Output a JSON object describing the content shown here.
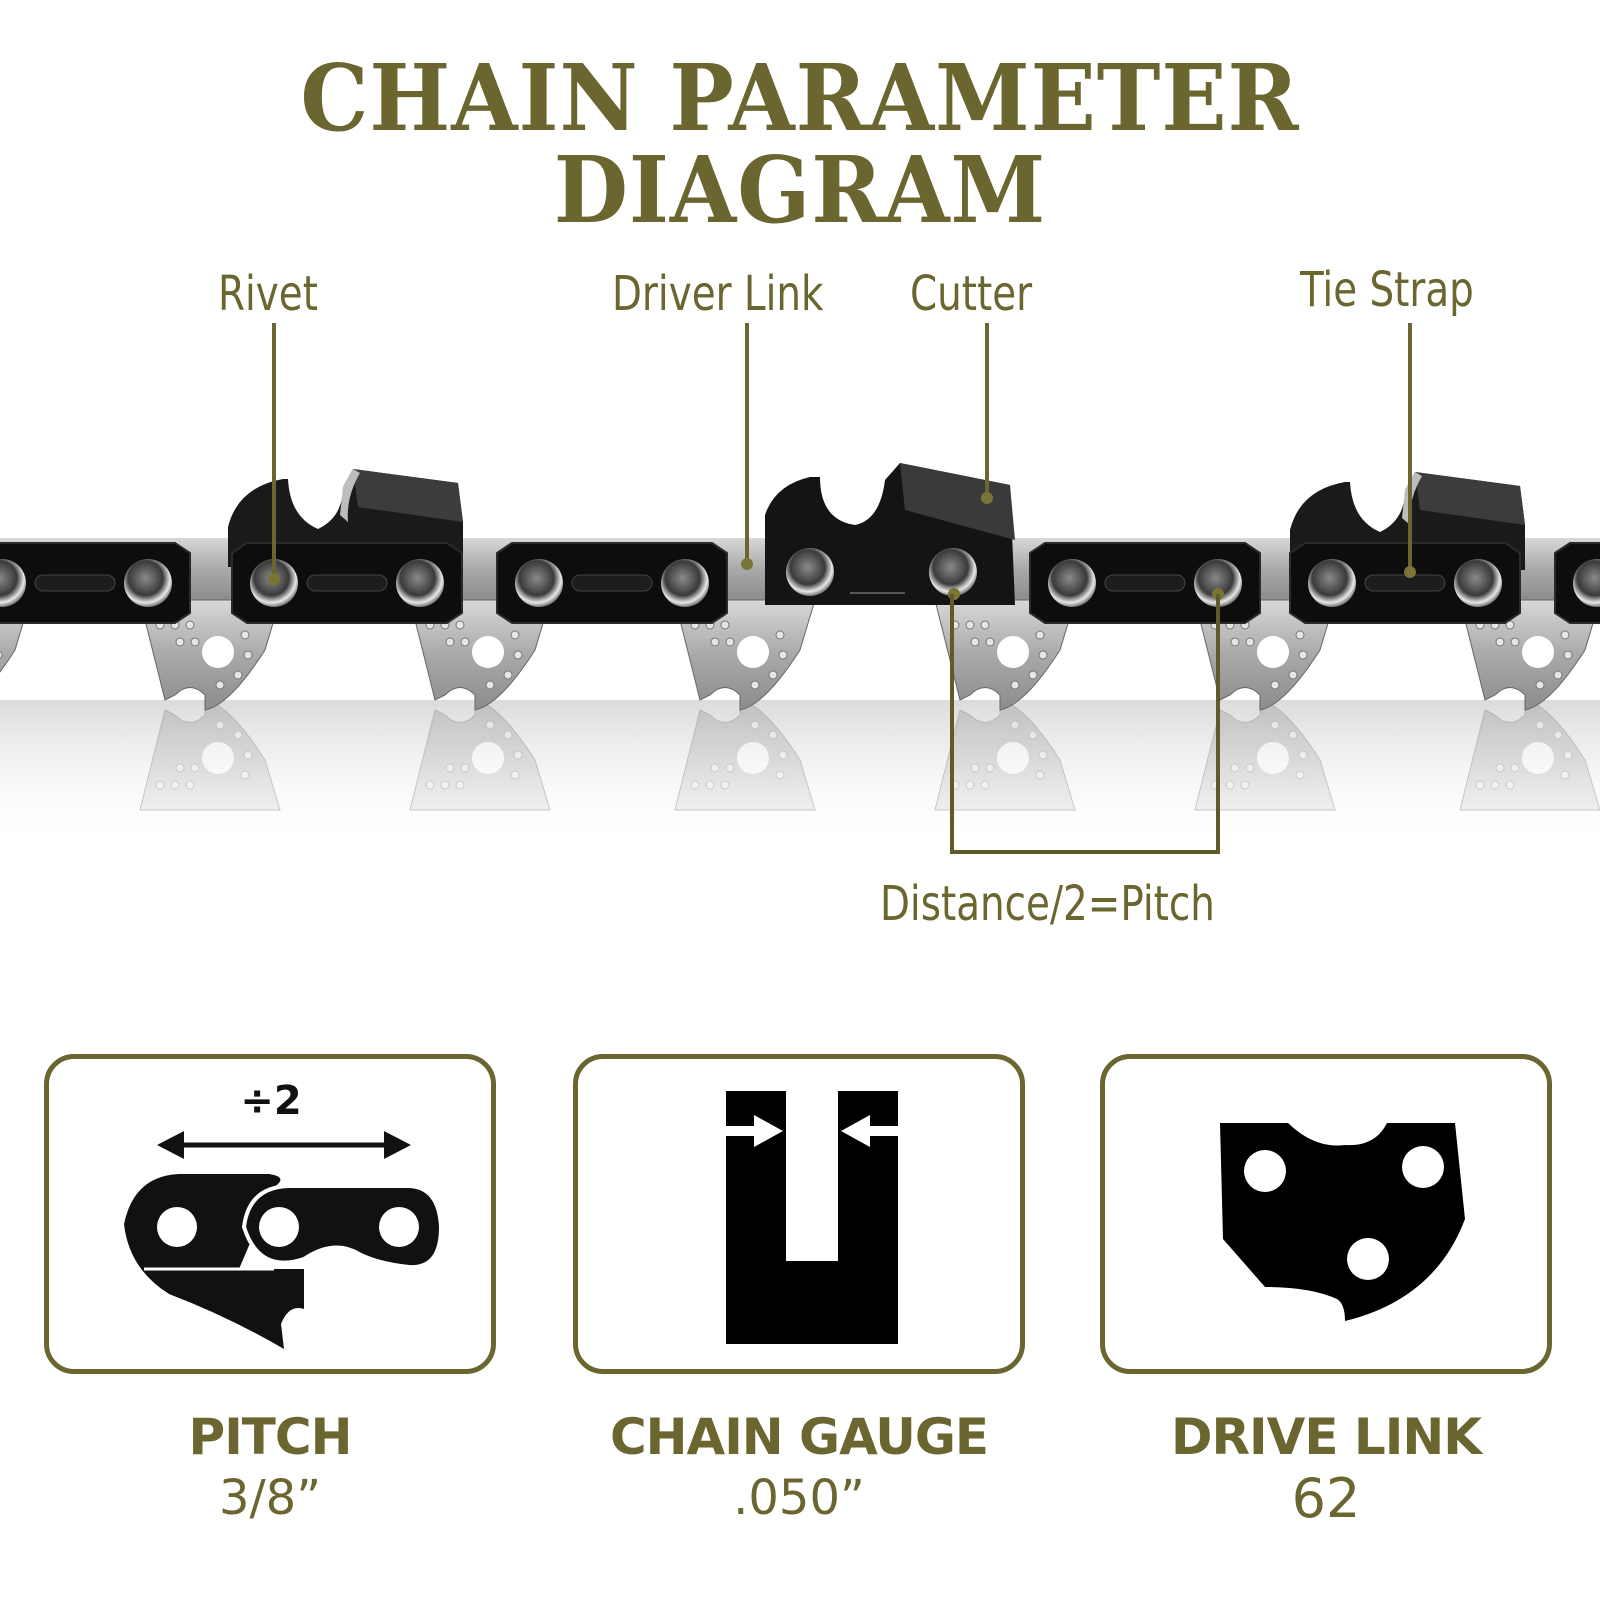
{
  "title": "CHAIN PARAMETER DIAGRAM",
  "colors": {
    "accent": "#6b6630",
    "chain_black": "#111111",
    "chain_silver": "#b9b9b9",
    "background": "#ffffff"
  },
  "callouts": {
    "rivet": "Rivet",
    "driver_link": "Driver Link",
    "cutter": "Cutter",
    "tie_strap": "Tie Strap",
    "pitch_formula": "Distance/2=Pitch"
  },
  "specs": [
    {
      "icon": "pitch-icon",
      "icon_label": "÷2",
      "title": "PITCH",
      "value": "3/8”"
    },
    {
      "icon": "chain-gauge-icon",
      "title": "CHAIN GAUGE",
      "value": ".050”"
    },
    {
      "icon": "drive-link-icon",
      "title": "DRIVE LINK",
      "value": "62"
    }
  ]
}
